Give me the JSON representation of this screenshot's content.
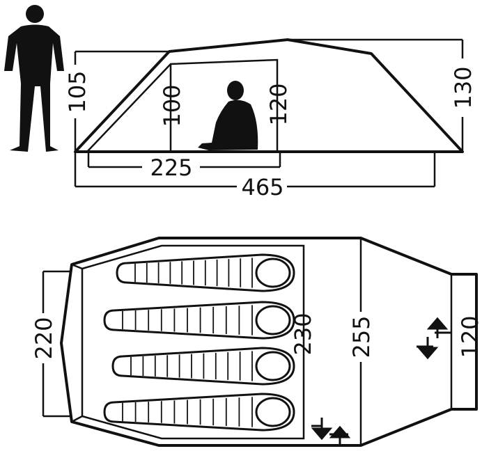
{
  "side_view": {
    "dims": {
      "height_front": "105",
      "height_inner_front": "100",
      "height_inner_rear": "120",
      "height_rear": "130",
      "inner_length": "225",
      "total_length": "465"
    }
  },
  "floor_plan": {
    "dims": {
      "width_front": "220",
      "width_inner": "230",
      "width_vestibule": "255",
      "width_rear": "120"
    },
    "sleeping_bags": 4
  },
  "colors": {
    "line": "#111111",
    "background": "#ffffff"
  }
}
